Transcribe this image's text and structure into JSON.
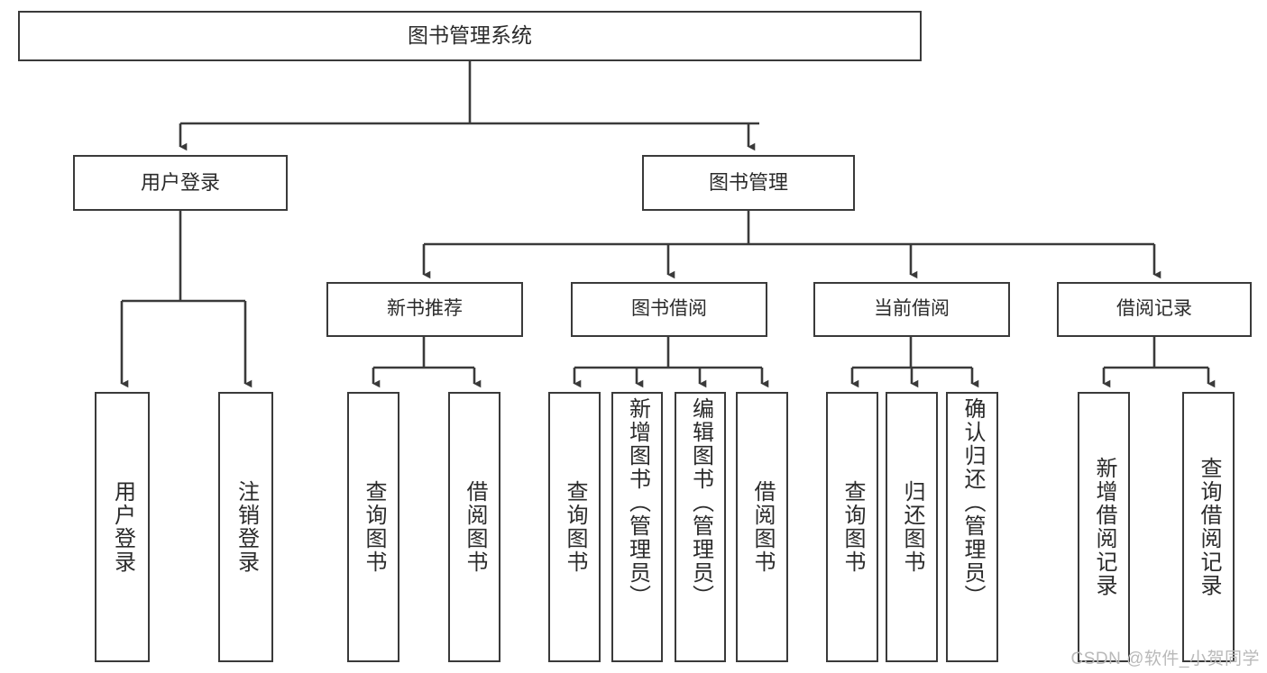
{
  "diagram": {
    "title": "图书管理系统",
    "type": "tree-hierarchy",
    "watermark": "CSDN @软件_小贺同学",
    "colors": {
      "border": "#3a3a3a",
      "text": "#2b2b2b",
      "background": "#ffffff",
      "watermark": "#b9b9b9"
    },
    "root": {
      "label": "图书管理系统"
    },
    "level1": [
      {
        "label": "用户登录"
      },
      {
        "label": "图书管理"
      }
    ],
    "level2": [
      {
        "label": "新书推荐"
      },
      {
        "label": "图书借阅"
      },
      {
        "label": "当前借阅"
      },
      {
        "label": "借阅记录"
      }
    ],
    "leaves": {
      "user_login": [
        {
          "label": "用户登录"
        },
        {
          "label": "注销登录"
        }
      ],
      "new_book_recommend": [
        {
          "label": "查询图书"
        },
        {
          "label": "借阅图书"
        }
      ],
      "book_borrow": [
        {
          "label": "查询图书"
        },
        {
          "label": "新增图书（管理员）"
        },
        {
          "label": "编辑图书（管理员）"
        },
        {
          "label": "借阅图书"
        }
      ],
      "current_borrow": [
        {
          "label": "查询图书"
        },
        {
          "label": "归还图书"
        },
        {
          "label": "确认归还（管理员）"
        }
      ],
      "borrow_record": [
        {
          "label": "新增借阅记录"
        },
        {
          "label": "查询借阅记录"
        }
      ]
    }
  }
}
